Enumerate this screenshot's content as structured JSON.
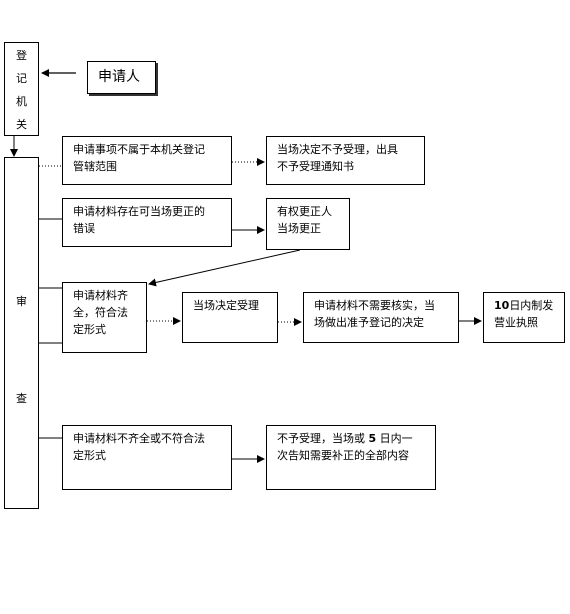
{
  "authority": {
    "chars": [
      "登",
      "记",
      "机",
      "关"
    ]
  },
  "review": {
    "chars": [
      "审",
      "查"
    ]
  },
  "applicant": {
    "label": "申请人"
  },
  "boxes": {
    "scope_condition": [
      "申请事项不属于本机关登记",
      "管辖范围"
    ],
    "scope_result": [
      "当场决定不予受理，出具",
      "不予受理通知书"
    ],
    "error_condition": [
      "申请材料存在可当场更正的",
      "错误"
    ],
    "error_result": [
      "有权更正人",
      "当场更正"
    ],
    "complete_condition": [
      "申请材料齐",
      "全，符合法",
      "定形式"
    ],
    "accept": "当场决定受理",
    "approve": [
      "申请材料不需要核实，当",
      "场做出准予登记的决定"
    ],
    "license": {
      "num": "10",
      "rest1": "日内制发",
      "line2": "营业执照"
    },
    "incomplete_condition": [
      "申请材料不齐全或不符合法",
      "定形式"
    ],
    "incomplete_result": {
      "a": "不予受理，当场或 ",
      "num": "5",
      "b": " 日内一",
      "line2": "次告知需要补正的全部内容"
    }
  }
}
